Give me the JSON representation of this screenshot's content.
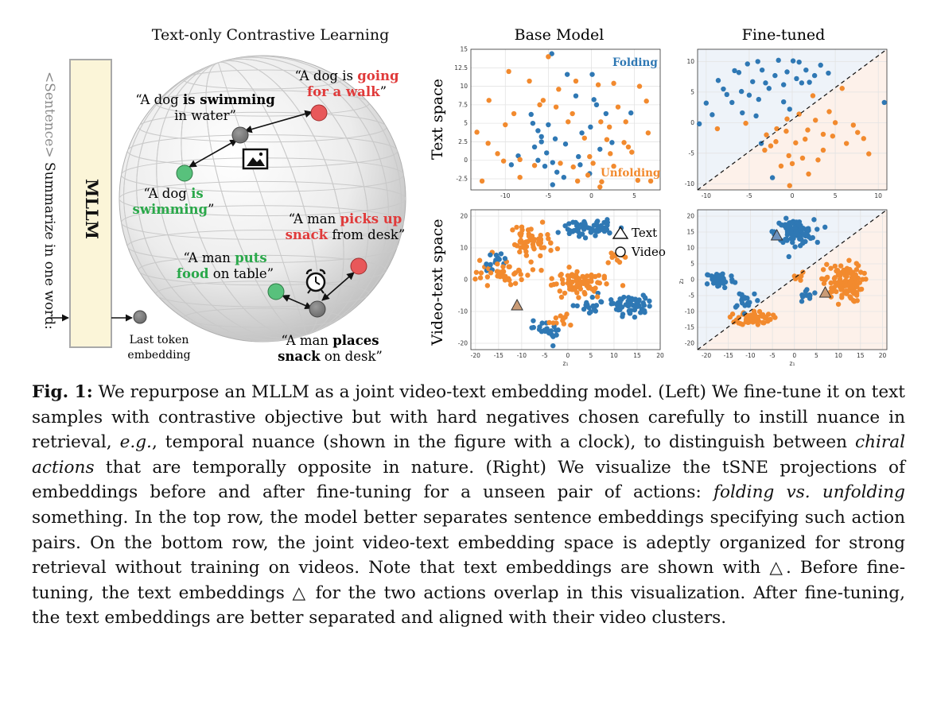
{
  "left": {
    "title": "Text-only Contrastive Learning",
    "side_prompt": {
      "tag_open": "<Sentence>",
      "rest": " Summarize in one word:"
    },
    "model_label": "MLLM",
    "last_token": [
      "Last token",
      "embedding"
    ],
    "examples": {
      "dog_swim_water": {
        "l1_a": "“A dog ",
        "l1_b": "is swimming",
        "l2": "in water”"
      },
      "dog_walk": {
        "l1_a": "“A dog is ",
        "l1_b": "going",
        "l2_a": "for a walk",
        "l2_b": "”"
      },
      "dog_swim": {
        "l1_a": "“A dog ",
        "l1_b": "is",
        "l2_a": "swimming",
        "l2_b": "”"
      },
      "man_picks": {
        "l1_a": "“A man ",
        "l1_b": "picks up",
        "l2_a": "snack",
        "l2_b": " from desk”"
      },
      "man_puts": {
        "l1_a": "“A man ",
        "l1_b": "puts",
        "l2_a": "food",
        "l2_b": " on table”"
      },
      "man_places": {
        "l1_a": "“A man ",
        "l1_b": "places",
        "l2_a": "snack",
        "l2_b": " on desk”"
      }
    }
  },
  "plots": {
    "col_titles": [
      "Base Model",
      "Fine-tuned"
    ],
    "row_labels": [
      "Text space",
      "Video-text space"
    ],
    "legend_text": {
      "folding": "Folding",
      "unfolding": "Unfolding"
    },
    "legend_shapes": {
      "text": "Text",
      "video": "Video"
    },
    "axis_x": "z₁",
    "axis_y": "z₂"
  },
  "colors": {
    "folding": "#2f78b4",
    "unfolding": "#f28a2e",
    "red_node": "#e8585a",
    "green_node": "#58c17c",
    "green_text": "#2aa84a",
    "red_text": "#e03a3a",
    "mllm_fill": "#fbf5d8"
  },
  "chart_data": [
    {
      "type": "scatter",
      "title": "Base Model",
      "ylabel": "Text space",
      "xlim": [
        -14,
        8
      ],
      "ylim": [
        -4,
        15
      ],
      "xticks": [
        -10,
        -5,
        0,
        5
      ],
      "yticks": [
        -2.5,
        0.0,
        2.5,
        5.0,
        7.5,
        10.0,
        12.5,
        15.0
      ],
      "legend": [
        "Folding",
        "Unfolding"
      ],
      "series": [
        {
          "name": "Folding",
          "points": [
            [
              -4.6,
              14.4
            ],
            [
              -2.8,
              11.6
            ],
            [
              0.1,
              11.6
            ],
            [
              -6.8,
              5.0
            ],
            [
              -6.2,
              4.0
            ],
            [
              -5.0,
              4.8
            ],
            [
              -5.8,
              2.5
            ],
            [
              -5.2,
              1.0
            ],
            [
              -6.2,
              0.0
            ],
            [
              -5.4,
              -0.8
            ],
            [
              -4.2,
              2.9
            ],
            [
              -4.5,
              -0.3
            ],
            [
              -3.0,
              2.2
            ],
            [
              -4.0,
              -1.6
            ],
            [
              -3.2,
              -2.3
            ],
            [
              -4.5,
              -3.3
            ],
            [
              -1.5,
              0.5
            ],
            [
              -1.1,
              3.7
            ],
            [
              0.3,
              8.2
            ],
            [
              -1.8,
              8.7
            ],
            [
              0.6,
              7.5
            ],
            [
              1.7,
              6.3
            ],
            [
              -0.1,
              4.5
            ],
            [
              1.0,
              1.5
            ],
            [
              4.6,
              6.4
            ],
            [
              2.4,
              2.4
            ],
            [
              -0.2,
              -1.8
            ],
            [
              -3.5,
              -3.8
            ],
            [
              -9.3,
              -0.6
            ],
            [
              -8.5,
              0.6
            ],
            [
              -6.6,
              1.8
            ],
            [
              -1.3,
              -0.6
            ],
            [
              -5.8,
              3.2
            ],
            [
              -7.0,
              6.2
            ]
          ]
        },
        {
          "name": "Unfolding",
          "points": [
            [
              -5.0,
              14.0
            ],
            [
              -11.9,
              8.1
            ],
            [
              -9.6,
              12.0
            ],
            [
              -10.0,
              4.8
            ],
            [
              -13.3,
              3.8
            ],
            [
              -7.2,
              10.7
            ],
            [
              -3.8,
              9.6
            ],
            [
              -9.0,
              6.3
            ],
            [
              -5.6,
              8.1
            ],
            [
              -1.8,
              10.7
            ],
            [
              -2.2,
              6.3
            ],
            [
              -3.6,
              -0.4
            ],
            [
              -2.7,
              5.2
            ],
            [
              -0.4,
              -2.0
            ],
            [
              1.2,
              -2.9
            ],
            [
              1.8,
              2.8
            ],
            [
              2.6,
              10.4
            ],
            [
              0.8,
              10.2
            ],
            [
              1.1,
              5.2
            ],
            [
              2.1,
              4.5
            ],
            [
              3.1,
              7.2
            ],
            [
              5.6,
              10.0
            ],
            [
              6.4,
              8.0
            ],
            [
              4.0,
              5.2
            ],
            [
              3.8,
              2.4
            ],
            [
              6.6,
              3.7
            ],
            [
              6.9,
              -2.8
            ],
            [
              5.4,
              -2.7
            ],
            [
              4.7,
              1.1
            ],
            [
              2.2,
              0.9
            ],
            [
              -0.2,
              0.5
            ],
            [
              -6.0,
              7.5
            ],
            [
              -12.0,
              2.3
            ],
            [
              -10.9,
              0.9
            ],
            [
              -12.7,
              -2.8
            ],
            [
              -8.3,
              -2.3
            ],
            [
              -8.3,
              0.1
            ],
            [
              -6.6,
              -0.7
            ],
            [
              -2.1,
              -0.9
            ],
            [
              -1.6,
              -2.8
            ],
            [
              0.2,
              -0.4
            ],
            [
              2.6,
              -0.8
            ],
            [
              1.0,
              -3.6
            ],
            [
              4.3,
              1.8
            ],
            [
              -0.8,
              3.0
            ],
            [
              -4.1,
              7.2
            ],
            [
              -10.2,
              -0.1
            ]
          ]
        }
      ]
    },
    {
      "type": "scatter",
      "title": "Fine-tuned",
      "ylabel": "Text space",
      "xlim": [
        -11,
        11
      ],
      "ylim": [
        -11,
        12
      ],
      "xticks": [
        -10,
        -5,
        0,
        5,
        10
      ],
      "yticks": [
        -10,
        -5,
        0,
        5,
        10
      ],
      "decision_boundary": "dashed diagonal line",
      "series": [
        {
          "name": "Folding",
          "points": [
            [
              -10.8,
              -0.2
            ],
            [
              -10.0,
              3.2
            ],
            [
              -9.3,
              1.3
            ],
            [
              -8.6,
              6.9
            ],
            [
              -7.6,
              4.6
            ],
            [
              -6.7,
              8.5
            ],
            [
              -5.9,
              5.1
            ],
            [
              -5.2,
              9.6
            ],
            [
              -4.6,
              6.7
            ],
            [
              -3.9,
              3.8
            ],
            [
              -3.5,
              8.6
            ],
            [
              -2.7,
              5.6
            ],
            [
              -2.0,
              7.7
            ],
            [
              -1.6,
              10.2
            ],
            [
              -0.6,
              8.3
            ],
            [
              0.1,
              10.1
            ],
            [
              0.5,
              7.2
            ],
            [
              1.1,
              6.5
            ],
            [
              1.6,
              8.6
            ],
            [
              2.6,
              7.7
            ],
            [
              3.3,
              9.4
            ],
            [
              4.2,
              8.1
            ],
            [
              -5.8,
              1.6
            ],
            [
              -4.2,
              1.1
            ],
            [
              -3.6,
              -3.4
            ],
            [
              -2.3,
              -9.0
            ],
            [
              -1.0,
              3.4
            ],
            [
              -0.3,
              2.2
            ],
            [
              10.7,
              3.3
            ],
            [
              -7.0,
              3.3
            ],
            [
              -5.0,
              4.5
            ],
            [
              -3.1,
              6.5
            ],
            [
              -1.0,
              6.2
            ],
            [
              0.8,
              9.9
            ],
            [
              2.0,
              6.6
            ],
            [
              -4.0,
              10.0
            ],
            [
              -6.2,
              8.2
            ],
            [
              -8.0,
              5.5
            ]
          ]
        },
        {
          "name": "Unfolding",
          "points": [
            [
              -8.7,
              -1.0
            ],
            [
              -5.4,
              -0.1
            ],
            [
              -3.2,
              -4.5
            ],
            [
              -1.9,
              -3.1
            ],
            [
              -0.7,
              -1.4
            ],
            [
              0.4,
              -3.3
            ],
            [
              1.2,
              -5.8
            ],
            [
              1.8,
              -1.2
            ],
            [
              2.7,
              0.4
            ],
            [
              3.6,
              -1.9
            ],
            [
              4.3,
              1.8
            ],
            [
              5.0,
              0.0
            ],
            [
              5.8,
              5.6
            ],
            [
              6.3,
              -3.4
            ],
            [
              7.1,
              -0.4
            ],
            [
              7.6,
              -1.6
            ],
            [
              8.3,
              -2.6
            ],
            [
              8.9,
              -5.1
            ],
            [
              -0.3,
              -10.3
            ],
            [
              -1.3,
              -7.1
            ],
            [
              -2.5,
              -3.8
            ],
            [
              0.0,
              -6.7
            ],
            [
              -0.4,
              -5.4
            ],
            [
              2.4,
              4.4
            ],
            [
              -3.0,
              -2.0
            ],
            [
              1.9,
              -8.4
            ],
            [
              3.0,
              -6.1
            ],
            [
              1.5,
              -2.7
            ],
            [
              0.8,
              1.4
            ],
            [
              -1.8,
              -1.0
            ],
            [
              3.6,
              -4.5
            ],
            [
              4.7,
              -2.2
            ],
            [
              -0.6,
              0.6
            ]
          ]
        }
      ]
    },
    {
      "type": "scatter",
      "title": "Base Model",
      "ylabel": "Video-text space",
      "xlim": [
        -21,
        20
      ],
      "ylim": [
        -22,
        22
      ],
      "xticks": [
        -20,
        -15,
        -10,
        -5,
        0,
        5,
        10,
        15,
        20
      ],
      "yticks": [
        -20,
        -10,
        0,
        10,
        20
      ],
      "legend": [
        "Text (triangle)",
        "Video (circle)"
      ],
      "series": [
        {
          "name": "Folding",
          "clusters": [
            {
              "center": [
                4,
                16
              ],
              "spread": [
                5.5,
                2.5
              ],
              "n": 55
            },
            {
              "center": [
                -16,
                6
              ],
              "spread": [
                2,
                3
              ],
              "n": 16
            },
            {
              "center": [
                14,
                -8
              ],
              "spread": [
                4.5,
                3
              ],
              "n": 60
            },
            {
              "center": [
                -4,
                -16
              ],
              "spread": [
                3,
                2.5
              ],
              "n": 22
            },
            {
              "center": [
                5,
                -8
              ],
              "spread": [
                3.5,
                2.5
              ],
              "n": 20
            }
          ]
        },
        {
          "name": "Unfolding",
          "clusters": [
            {
              "center": [
                -8,
                12
              ],
              "spread": [
                4.5,
                4
              ],
              "n": 60
            },
            {
              "center": [
                -14,
                2
              ],
              "spread": [
                5,
                4
              ],
              "n": 40
            },
            {
              "center": [
                2,
                -1
              ],
              "spread": [
                5.5,
                4
              ],
              "n": 80
            },
            {
              "center": [
                -2,
                -13
              ],
              "spread": [
                2.5,
                2.5
              ],
              "n": 12
            },
            {
              "center": [
                10,
                7
              ],
              "spread": [
                3,
                2
              ],
              "n": 10
            }
          ]
        }
      ],
      "text_points": [
        {
          "series": "Unfolding",
          "x": -11,
          "y": -8
        }
      ]
    },
    {
      "type": "scatter",
      "title": "Fine-tuned",
      "ylabel": "Video-text space",
      "xlim": [
        -22,
        21
      ],
      "ylim": [
        -22,
        22
      ],
      "xticks": [
        -20,
        -15,
        -10,
        -5,
        0,
        5,
        10,
        15,
        20
      ],
      "yticks": [
        -20,
        -15,
        -10,
        -5,
        0,
        5,
        10,
        15,
        20
      ],
      "decision_boundary": "dashed diagonal line",
      "series": [
        {
          "name": "Folding",
          "clusters": [
            {
              "center": [
                0,
                15
              ],
              "spread": [
                4,
                3.5
              ],
              "n": 95
            },
            {
              "center": [
                -17,
                0
              ],
              "spread": [
                3,
                2.5
              ],
              "n": 45
            },
            {
              "center": [
                -11,
                -6
              ],
              "spread": [
                3,
                3
              ],
              "n": 18
            },
            {
              "center": [
                3,
                -5
              ],
              "spread": [
                2,
                2
              ],
              "n": 10
            }
          ]
        },
        {
          "name": "Unfolding",
          "clusters": [
            {
              "center": [
                -9,
                -12
              ],
              "spread": [
                3.5,
                2
              ],
              "n": 55
            },
            {
              "center": [
                11,
                -1
              ],
              "spread": [
                4,
                5.5
              ],
              "n": 120
            },
            {
              "center": [
                1,
                0
              ],
              "spread": [
                2,
                2
              ],
              "n": 6
            }
          ]
        }
      ],
      "text_points": [
        {
          "series": "Folding",
          "x": -4,
          "y": 14
        },
        {
          "series": "Unfolding",
          "x": 7,
          "y": -4
        }
      ]
    }
  ],
  "caption": {
    "label": "Fig. 1:",
    "s1": " We repurpose an MLLM as a joint video-text embedding model. (Left) We fine-tune it on text samples with contrastive objective but with hard negatives chosen carefully to instill nuance in retrieval, ",
    "eg": "e.g.",
    "s2": ", temporal nuance (shown in the figure with a clock), to distinguish between ",
    "chiral": "chiral actions",
    "s3": " that are temporally opposite in nature. (Right) We visualize the tSNE projections of embeddings before and after fine-tuning for a unseen pair of actions: ",
    "fold": "folding vs. unfolding",
    "s4": " something. In the top row, the model better separates sentence embeddings specifying such action pairs. On the bottom row, the joint video-text embedding space is adeptly organized for strong retrieval without training on videos. Note that text embeddings are shown with ",
    "tri1": "△",
    "s5": ". Before fine-tuning, the text embeddings ",
    "tri2": "△",
    "s6": " for the two actions overlap in this visualization. After fine-tuning, the text embeddings are better separated and aligned with their video clusters."
  }
}
